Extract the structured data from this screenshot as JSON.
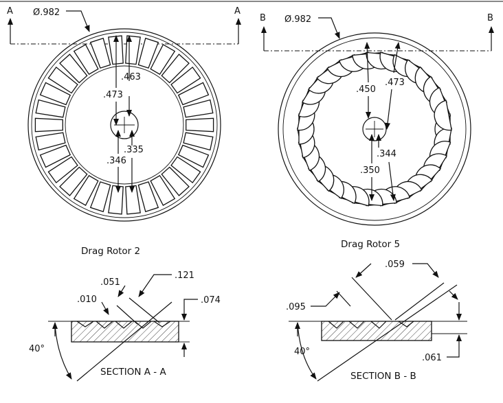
{
  "rotor2": {
    "caption": "Drag Rotor 2",
    "diameter": "Ø.982",
    "d1": ".463",
    "d2": ".473",
    "d3": ".335",
    "d4": ".346",
    "section_letter": "A",
    "blade_count": 30
  },
  "rotor5": {
    "caption": "Drag Rotor 5",
    "diameter": "Ø.982",
    "d1": ".450",
    "d2": ".473",
    "d3": ".344",
    "d4": ".350",
    "section_letter": "B",
    "blade_count": 34
  },
  "sectionA": {
    "caption": "SECTION A - A",
    "d_051": ".051",
    "d_121": ".121",
    "d_010": ".010",
    "d_074": ".074",
    "angle": "40°"
  },
  "sectionB": {
    "caption": "SECTION B - B",
    "d_059": ".059",
    "d_095": ".095",
    "d_061": ".061",
    "angle": "40°"
  }
}
